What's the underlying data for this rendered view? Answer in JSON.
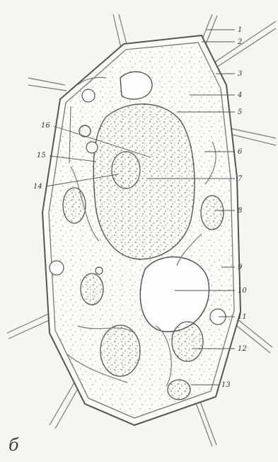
{
  "figure": {
    "panel_label": "б",
    "labels": {
      "l1": "1",
      "l2": "2",
      "l3": "3",
      "l4": "4",
      "l5": "5",
      "l6": "6",
      "l7": "7",
      "l8": "8",
      "l9": "9",
      "l10": "10",
      "l11": "11",
      "l12": "12",
      "l13": "13",
      "l14": "14",
      "l15": "15",
      "l16": "16"
    }
  }
}
